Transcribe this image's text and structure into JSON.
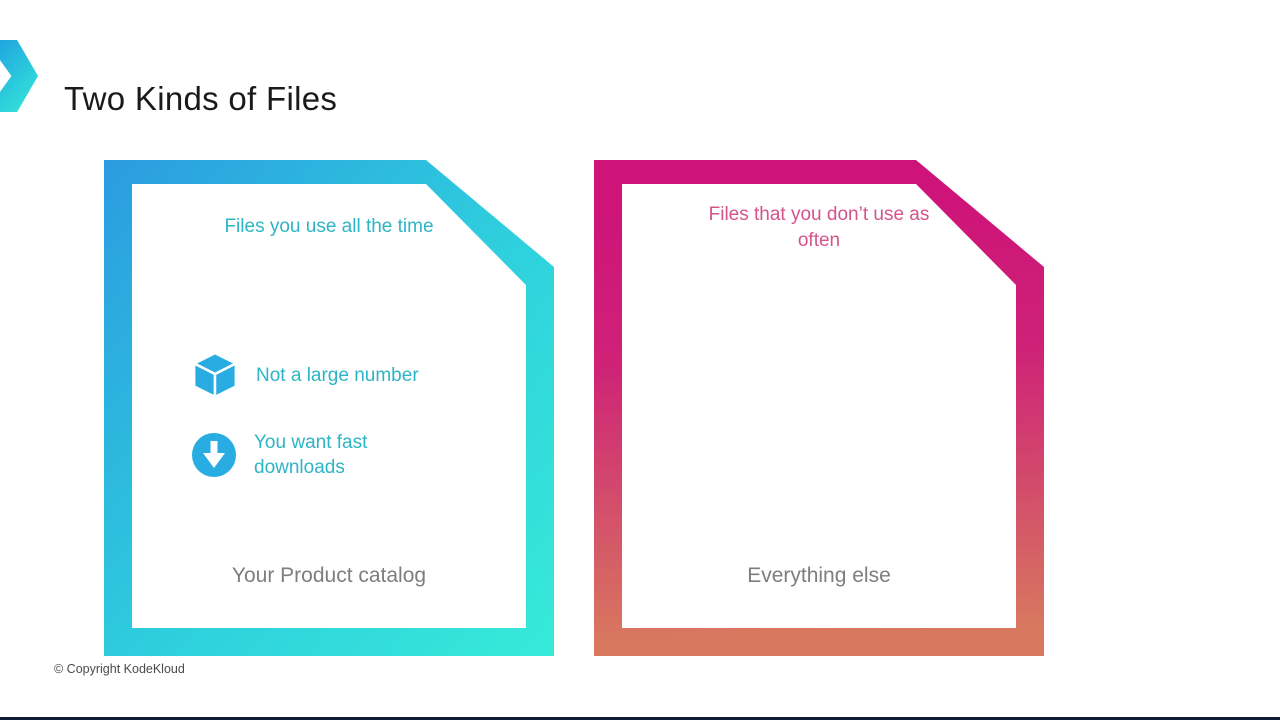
{
  "slide": {
    "title": "Two Kinds of Files",
    "footer": "© Copyright KodeKloud"
  },
  "cards": [
    {
      "header": "Files you use all the time",
      "bullets": [
        {
          "icon": "cube-icon",
          "text": "Not a large number"
        },
        {
          "icon": "download-icon",
          "text": "You want fast downloads"
        }
      ],
      "caption": "Your Product catalog",
      "colors": {
        "gradient_top": "#2b9be0",
        "gradient_bottom": "#37ead8",
        "text": "#2db5c5",
        "icon": "#29ace2"
      }
    },
    {
      "header": "Files that you don’t use as often",
      "bullets": [],
      "caption": "Everything else",
      "colors": {
        "gradient_top": "#ce1379",
        "gradient_bottom": "#d8795f",
        "text": "#d4548a"
      }
    }
  ],
  "accent": {
    "chevron_gradient_start": "#1fa6e0",
    "chevron_gradient_end": "#36ead8",
    "bottom_bar": "#111b33"
  }
}
